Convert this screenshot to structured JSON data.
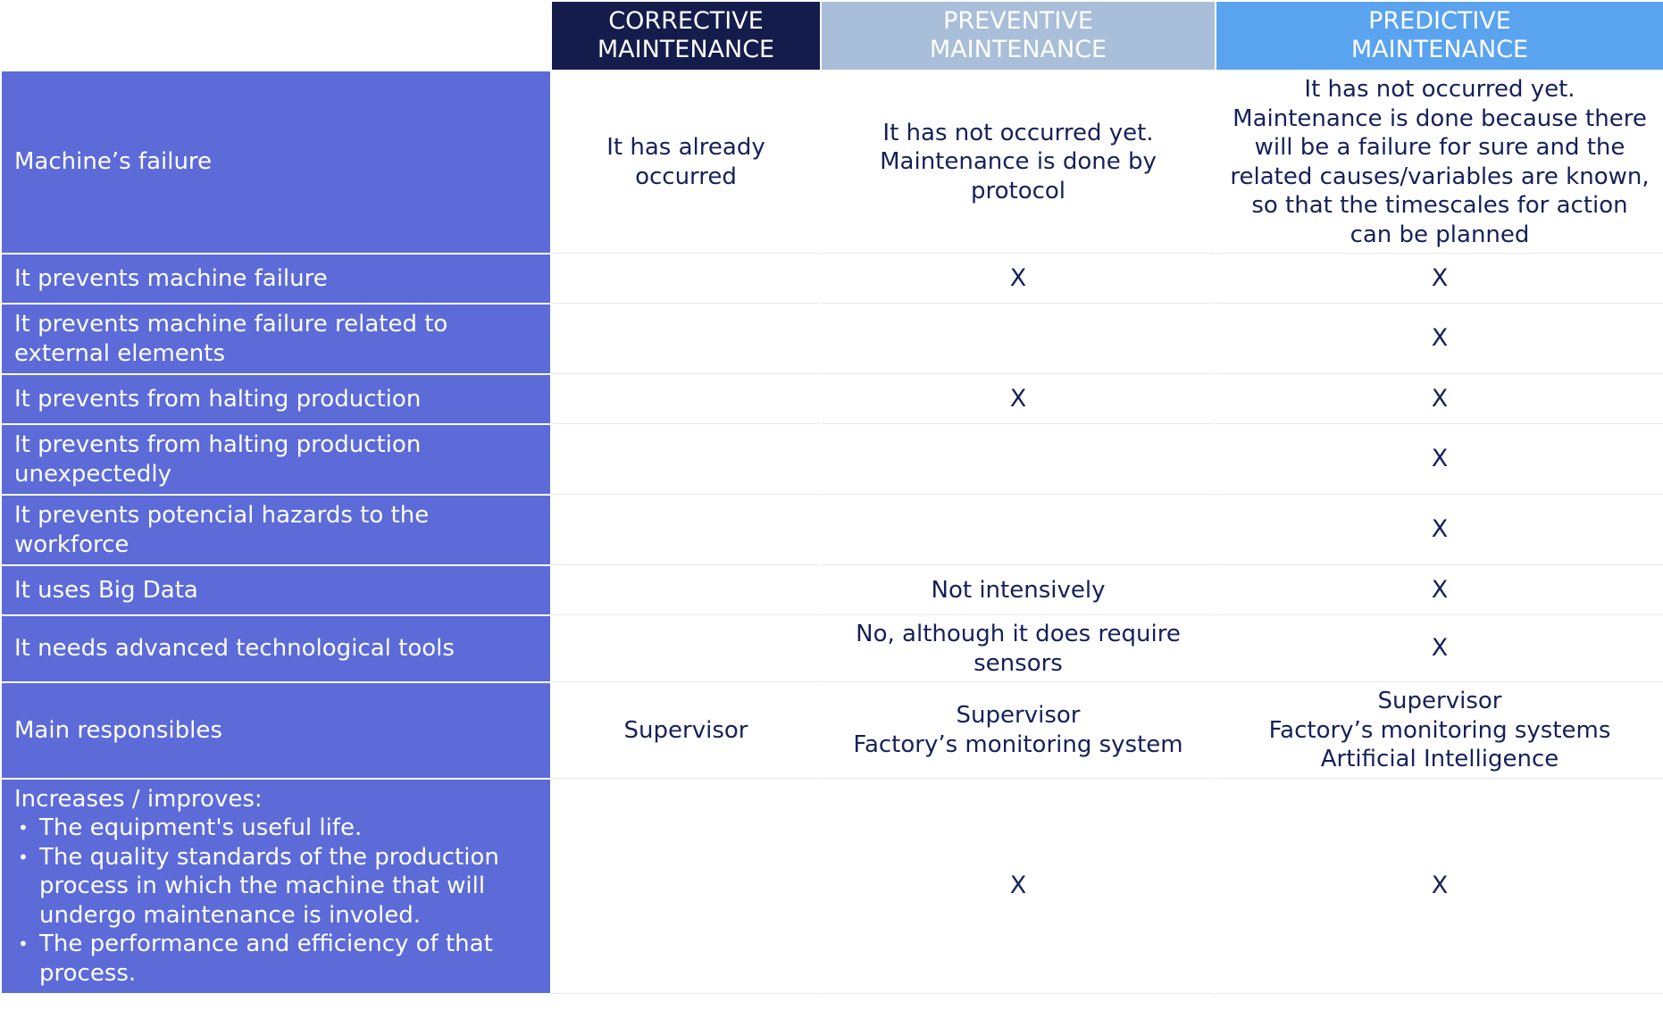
{
  "headers": {
    "corrective_line1": "CORRECTIVE",
    "corrective_line2": "MAINTENANCE",
    "preventive_line1": "PREVENTIVE",
    "preventive_line2": "MAINTENANCE",
    "predictive_line1": "PREDICTIVE",
    "predictive_line2": "MAINTENANCE"
  },
  "colors": {
    "header_corrective": "#141c4c",
    "header_preventive": "#a9bed8",
    "header_predictive": "#5aa3ee",
    "label_background": "#5c6bd8",
    "body_text": "#16205a"
  },
  "rows": [
    {
      "label": "Machine’s failure",
      "corrective": "It has already occurred",
      "preventive": "It has not occurred yet. Maintenance is done by protocol",
      "predictive": "It has not occurred yet. Maintenance is done because there will be a failure for sure and the related causes/variables are known, so that the timescales for action can be planned"
    },
    {
      "label": "It prevents machine failure",
      "corrective": "",
      "preventive": "X",
      "predictive": "X"
    },
    {
      "label": "It prevents machine failure related to external elements",
      "corrective": "",
      "preventive": "",
      "predictive": "X"
    },
    {
      "label": "It prevents from halting production",
      "corrective": "",
      "preventive": "X",
      "predictive": "X"
    },
    {
      "label": "It prevents from halting production unexpectedly",
      "corrective": "",
      "preventive": "",
      "predictive": "X"
    },
    {
      "label": "It prevents potencial hazards to the workforce",
      "corrective": "",
      "preventive": "",
      "predictive": "X"
    },
    {
      "label": "It uses Big Data",
      "corrective": "",
      "preventive": "Not intensively",
      "predictive": "X"
    },
    {
      "label": "It needs advanced technological tools",
      "corrective": "",
      "preventive": "No, although it does require sensors",
      "predictive": "X"
    },
    {
      "label": "Main responsibles",
      "corrective": "Supervisor",
      "preventive_line1": "Supervisor",
      "preventive_line2": "Factory’s monitoring system",
      "predictive_line1": "Supervisor",
      "predictive_line2": "Factory’s monitoring systems",
      "predictive_line3": "Artificial Intelligence"
    },
    {
      "label_intro": "Increases / improves:",
      "bullets": [
        "The equipment's useful life.",
        "The quality standards of the production process in which the machine that will undergo maintenance is involed.",
        "The performance and efficiency of that process."
      ],
      "corrective": "",
      "preventive": "X",
      "predictive": "X"
    }
  ]
}
